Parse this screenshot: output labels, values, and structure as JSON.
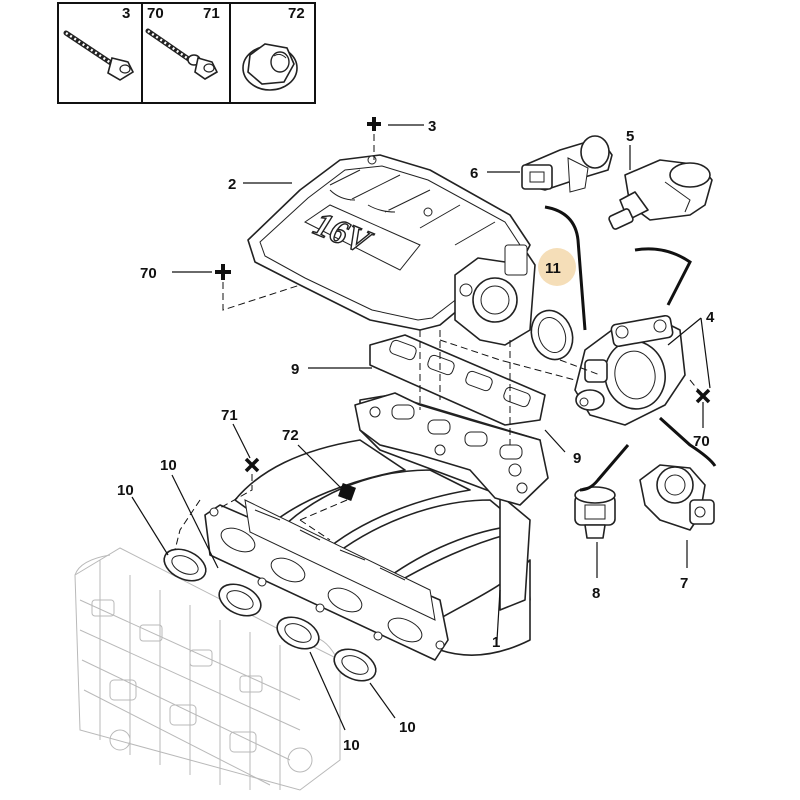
{
  "header_cells": [
    {
      "numbers": [
        "3"
      ],
      "icon": "bolt-icon"
    },
    {
      "numbers": [
        "70",
        "71"
      ],
      "icon": "stud-bolt-icon"
    },
    {
      "numbers": [
        "72"
      ],
      "icon": "nut-icon"
    }
  ],
  "cover_text": "16V",
  "highlight_color": "#f5deb8",
  "callouts": {
    "c1": "1",
    "c2": "2",
    "c3": "3",
    "c4": "4",
    "c5": "5",
    "c6": "6",
    "c7": "7",
    "c8": "8",
    "c9a": "9",
    "c9b": "9",
    "c10a": "10",
    "c10b": "10",
    "c10c": "10",
    "c10d": "10",
    "c11": "11",
    "c70a": "70",
    "c70b": "70",
    "c71": "71",
    "c72": "72"
  }
}
